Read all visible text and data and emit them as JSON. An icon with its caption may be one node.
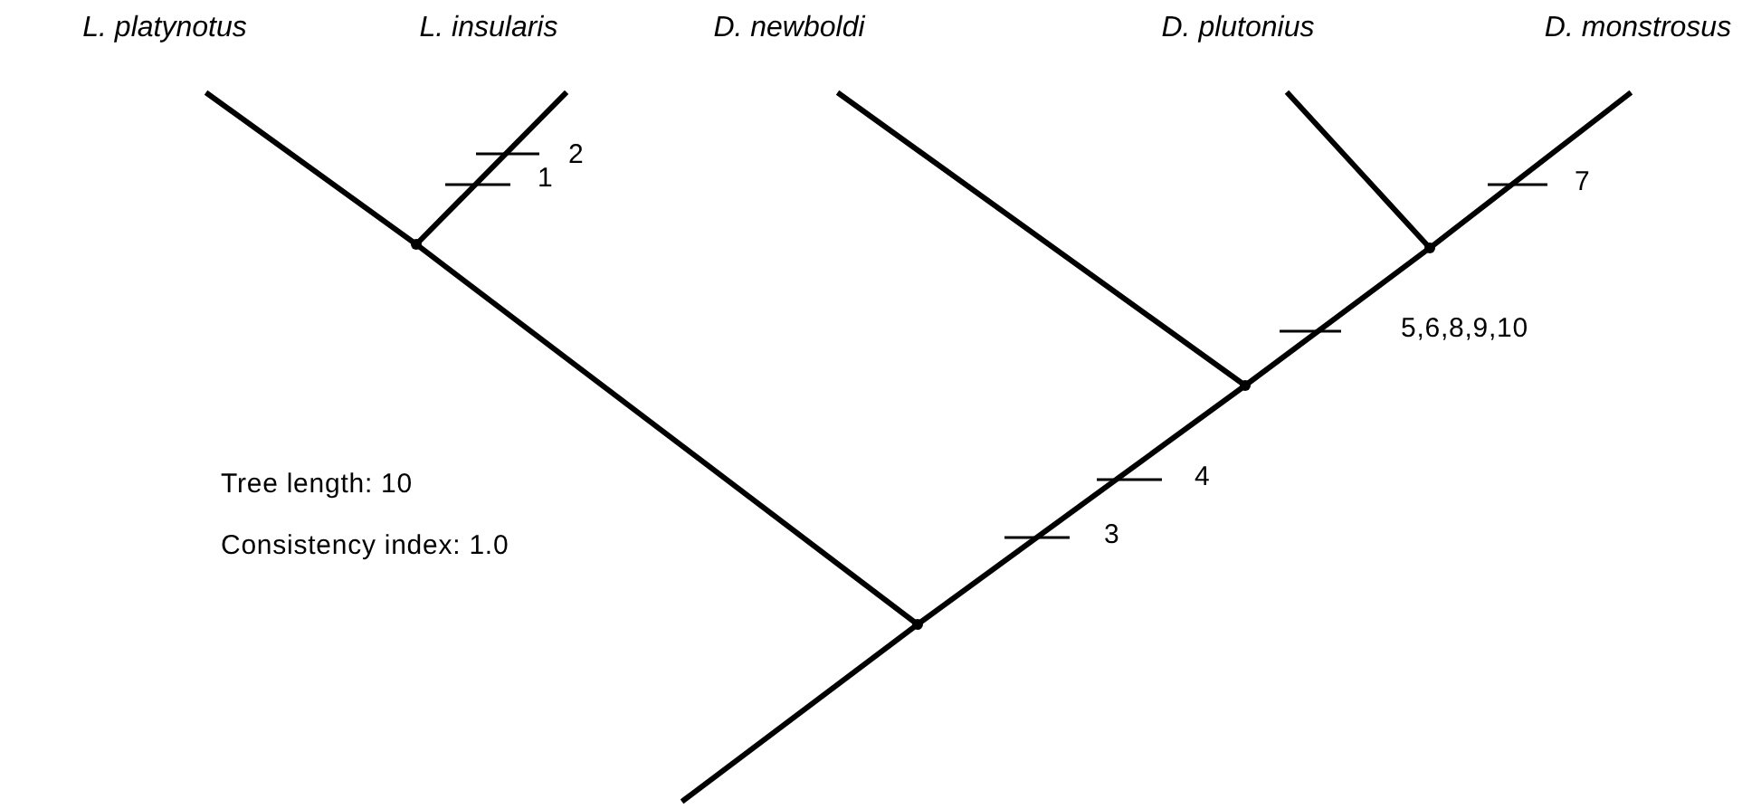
{
  "diagram": {
    "nodes": [
      {
        "text": [
          "L. platynotus"
        ]
      },
      {
        "text": [
          "L. insularis"
        ]
      },
      {
        "text": [
          "D. newboldi"
        ]
      },
      {
        "text": [
          "D. plutonius"
        ]
      },
      {
        "text": [
          "D. monstrosus"
        ]
      },
      {
        "text": [],
        "shape": "point"
      },
      {
        "text": [],
        "shape": "point"
      },
      {
        "text": [],
        "shape": "point"
      },
      {
        "text": [],
        "shape": "point"
      }
    ],
    "edges": [
      {
        "from": null,
        "to": 5,
        "arrow": "none"
      },
      {
        "from": 5,
        "to": 6,
        "arrow": "none"
      },
      {
        "from": 6,
        "to": 0,
        "arrow": "none"
      },
      {
        "from": 6,
        "to": 1,
        "arrow": "none"
      },
      {
        "from": 5,
        "to": 7,
        "arrow": "none"
      },
      {
        "from": 7,
        "to": 2,
        "arrow": "none"
      },
      {
        "from": 7,
        "to": 8,
        "arrow": "none"
      },
      {
        "from": 8,
        "to": 3,
        "arrow": "none"
      },
      {
        "from": 8,
        "to": 4,
        "arrow": "none"
      }
    ],
    "labels": [
      "2",
      "1",
      "7",
      "5,6,8,9,10",
      "Tree length: 10",
      "4",
      "Consistency index: 1.0",
      "3"
    ]
  }
}
